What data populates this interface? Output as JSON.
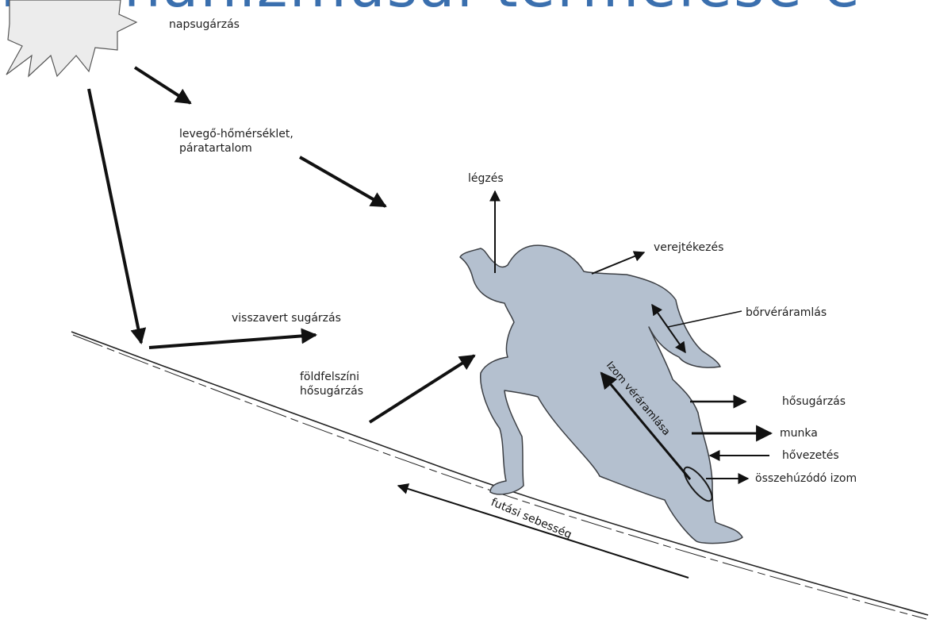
{
  "banner": {
    "text": "Mechanizmusai termelése é"
  },
  "labels": {
    "sun": "napsugárzás",
    "air_line1": "levegő-hőmérséklet,",
    "air_line2": "páratartalom",
    "breathing": "légzés",
    "sweating": "verejtékezés",
    "skin_blood_flow": "bőrvéráramlás",
    "reflected": "visszavert sugárzás",
    "ground_line1": "földfelszíni",
    "ground_line2": "hősugárzás",
    "muscle_blood_flow": "Izom véráramlása",
    "heat_radiation": "hősugárzás",
    "work": "munka",
    "conduction": "hővezetés",
    "contracting_muscle": "összehúzódó izom",
    "running_speed": "futási sebesség"
  },
  "colors": {
    "figure_fill": "#b4c0cf",
    "figure_stroke": "#3c3f44",
    "arrow": "#111111",
    "banner": "#3a6fae"
  }
}
